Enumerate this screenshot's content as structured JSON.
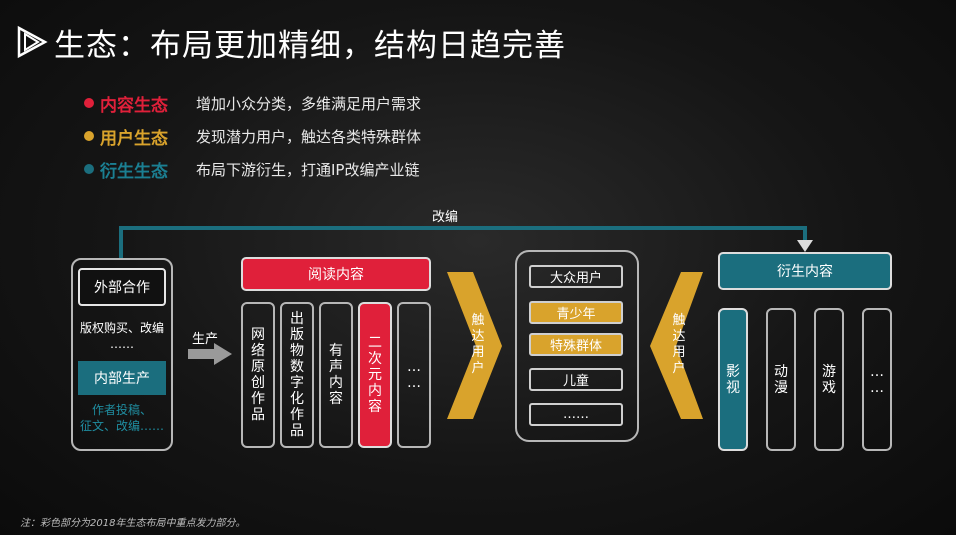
{
  "title": "生态：布局更加精细，结构日趋完善",
  "bullets": [
    {
      "label": "内容生态",
      "desc": "增加小众分类，多维满足用户需求",
      "color": "#e0203a"
    },
    {
      "label": "用户生态",
      "desc": "发现潜力用户，触达各类特殊群体",
      "color": "#d9a32c"
    },
    {
      "label": "衍生生态",
      "desc": "布局下游衍生，打通IP改编产业链",
      "color": "#1b6e7e"
    }
  ],
  "diagram": {
    "adapt_label": "改编",
    "produce_label": "生产",
    "source": {
      "external": "外部合作",
      "external_desc_1": "版权购买、改编",
      "external_desc_2": "……",
      "internal": "内部生产",
      "internal_desc_1": "作者投稿、",
      "internal_desc_2": "征文、改编……"
    },
    "reading": {
      "header": "阅读内容",
      "columns": [
        "网络原创作品",
        "出版物数字化作品",
        "有声内容",
        "二次元内容",
        "……"
      ]
    },
    "reach_left": "触达用户",
    "users": {
      "items": [
        "大众用户",
        "青少年",
        "特殊群体",
        "儿童",
        "……"
      ]
    },
    "reach_right": "触达用户",
    "derived": {
      "header": "衍生内容",
      "columns": [
        "影视",
        "动漫",
        "游戏",
        "……"
      ]
    }
  },
  "colors": {
    "red": "#e0203a",
    "gold": "#d9a32c",
    "teal": "#1b6e7e"
  },
  "footnote": "注：彩色部分为2018年生态布局中重点发力部分。"
}
